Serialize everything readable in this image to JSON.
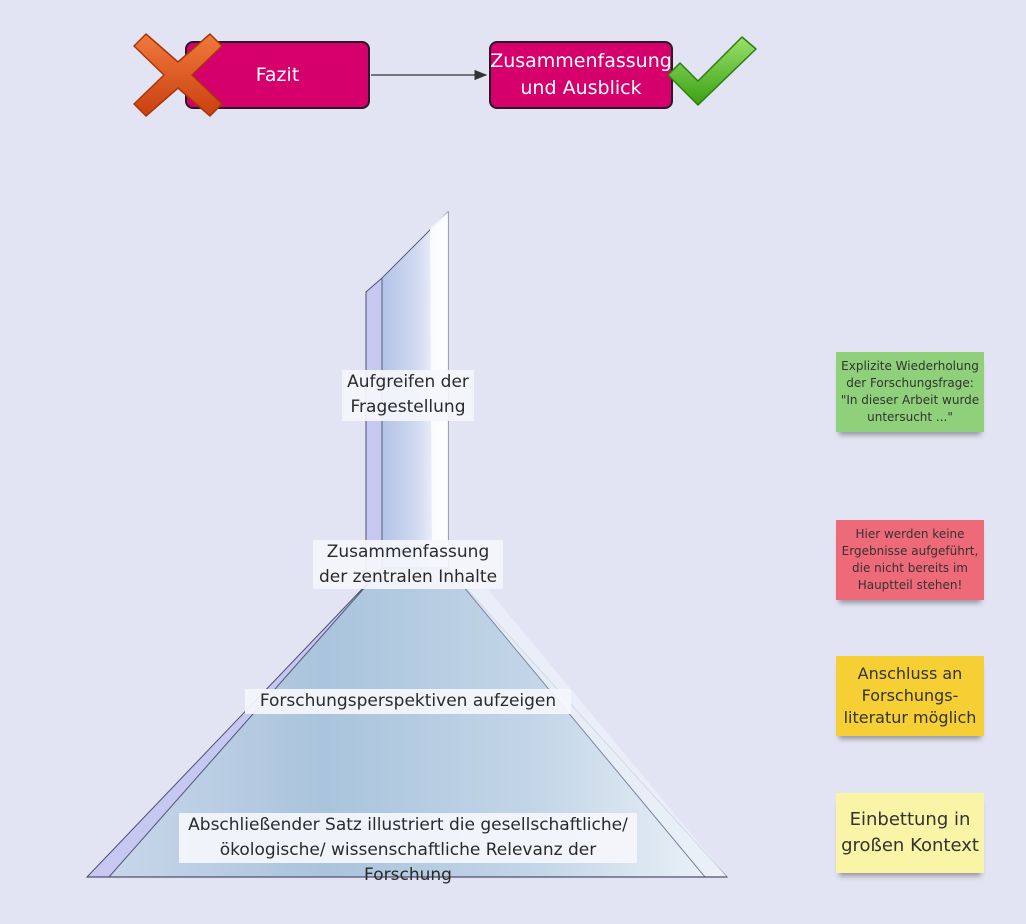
{
  "flow": {
    "old_label": "Fazit",
    "new_label": "Zusammenfassung und Ausblick",
    "old_icon": "cross-icon",
    "new_icon": "checkmark-icon",
    "old_color": "#d6006c",
    "cross_color": "#e8561c",
    "check_color": "#4cc21f"
  },
  "funnel": {
    "labels": [
      "Aufgreifen der Fragestellung",
      "Zusammenfassung der zentralen Inhalte",
      "Forschungsperspektiven aufzeigen",
      "Abschließender Satz illustriert die gesellschaftliche/ ökologische/ wissenschaftliche Relevanz der Forschung"
    ]
  },
  "notes": [
    {
      "text": "Explizite Wiederholung der Forschungsfrage: \"In dieser Arbeit wurde untersucht ...\"",
      "color": "#8fd07a"
    },
    {
      "text": "Hier werden keine Ergebnisse aufgeführt, die nicht bereits im Hauptteil stehen!",
      "color": "#ef6a79"
    },
    {
      "text": "Anschluss an Forschungs-literatur möglich",
      "color": "#f5cf34"
    },
    {
      "text": "Einbettung in großen Kontext",
      "color": "#f9f4a6"
    }
  ]
}
